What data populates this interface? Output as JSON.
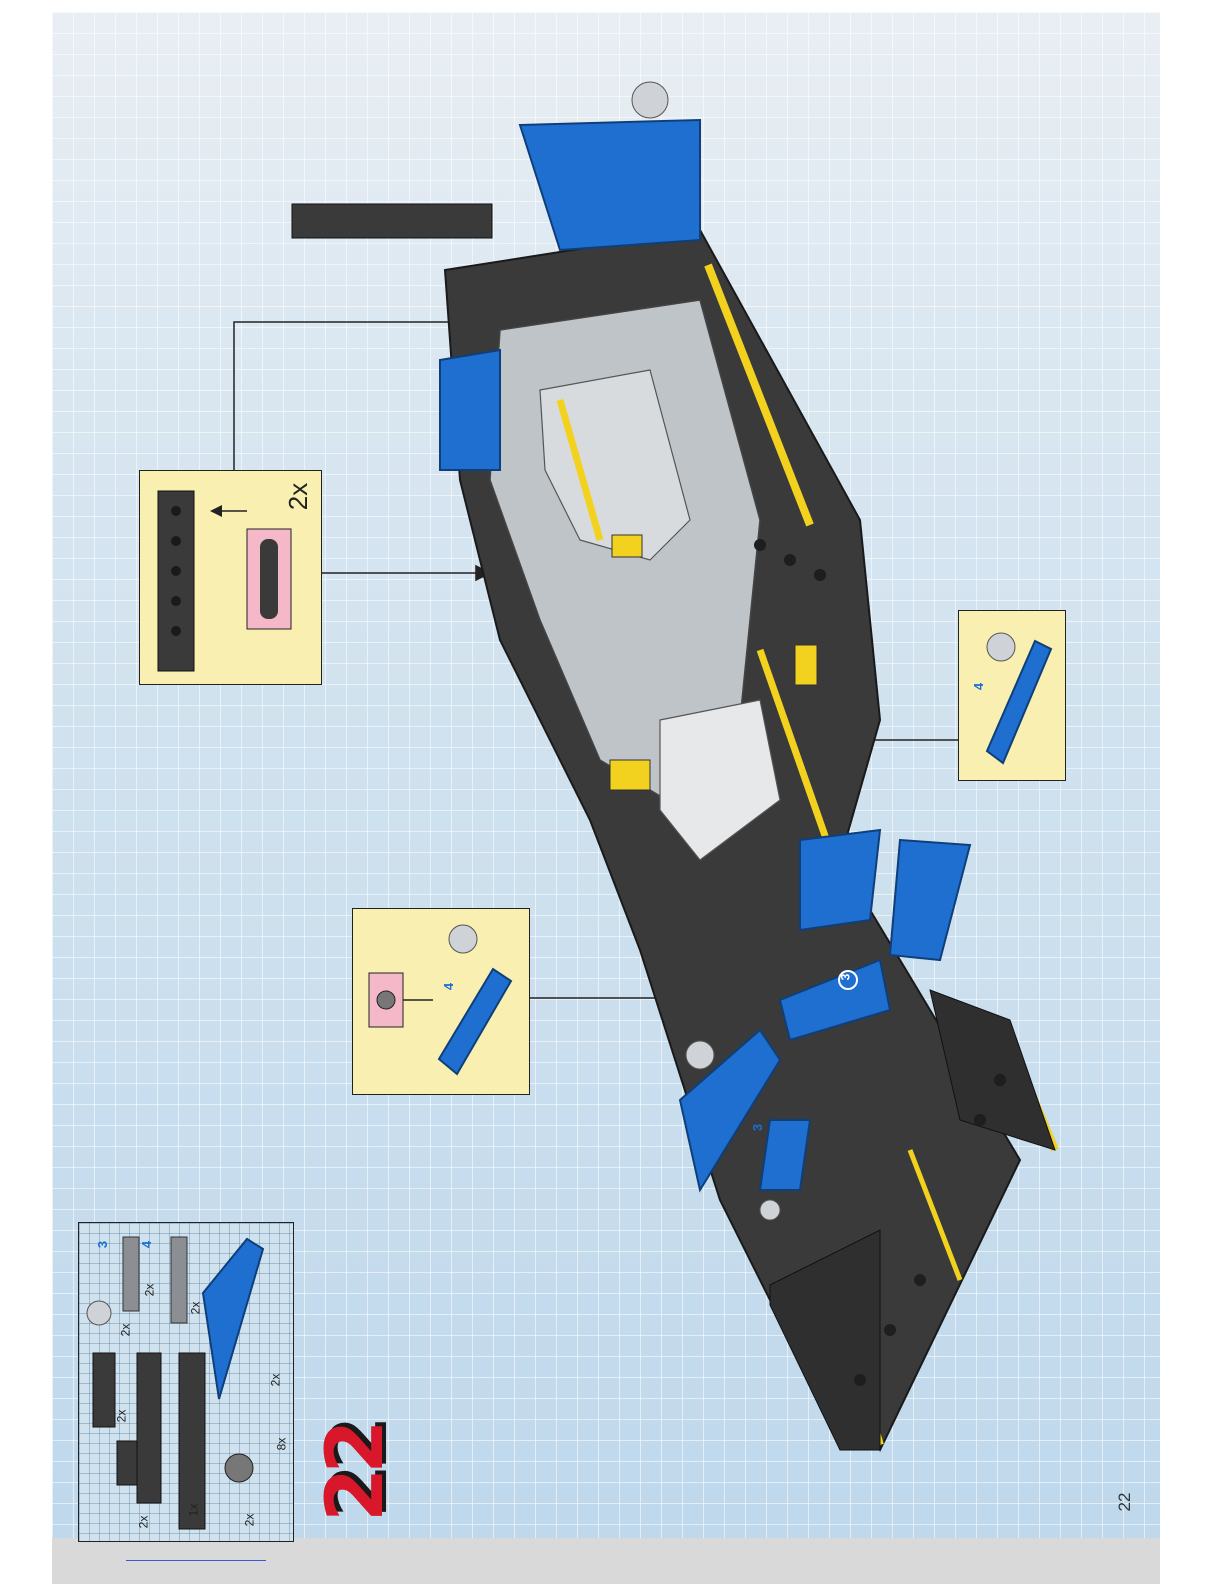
{
  "step": {
    "number": "22"
  },
  "page": {
    "number": "22"
  },
  "callout_top": {
    "multiplier": "2x"
  },
  "callout_left": {
    "sub_number": "4"
  },
  "callout_right": {
    "sub_number": "4"
  },
  "model_markers": {
    "marker_a": "3",
    "marker_b": "3"
  },
  "parts_list": {
    "counts": [
      "2x",
      "1x",
      "2x",
      "2x",
      "8x",
      "2x",
      "2x",
      "2x",
      "2x"
    ],
    "numbers": [
      "3",
      "4"
    ]
  },
  "colors": {
    "lego_black": "#3a3a3a",
    "lego_blue": "#1f6fd0",
    "lego_yellow": "#f2d21e",
    "lego_gray": "#c9cdd1",
    "callout_bg": "#f8efb0",
    "callout_inner": "#f4b8c9",
    "step_red": "#d8172b"
  }
}
